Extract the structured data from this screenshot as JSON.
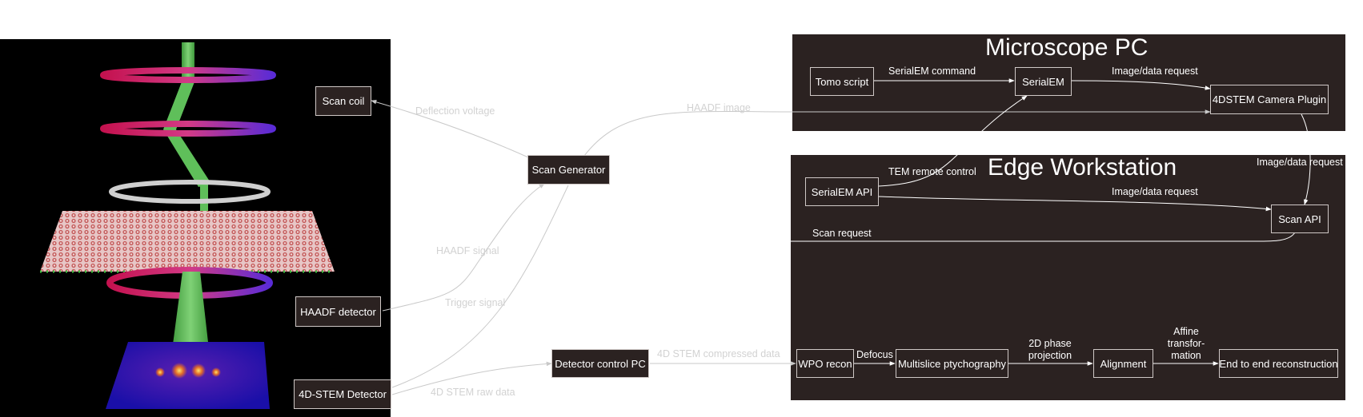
{
  "panels": {
    "microscope_title": "Microscope PC",
    "edge_title": "Edge Workstation"
  },
  "nodes": {
    "scan_coil": "Scan coil",
    "haadf_detector": "HAADF detector",
    "stem_detector": "4D-STEM Detector",
    "scan_generator": "Scan Generator",
    "detector_control_pc": "Detector control PC",
    "tomo_script": "Tomo script",
    "serialem": "SerialEM",
    "camera_plugin": "4DSTEM Camera Plugin",
    "serialem_api": "SerialEM API",
    "scan_api": "Scan API",
    "wpo_recon": "WPO recon",
    "multislice": "Multislice ptychography",
    "alignment": "Alignment",
    "end_to_end": "End to end reconstruction"
  },
  "edge_labels": {
    "deflection_voltage": "Deflection voltage",
    "haadf_image": "HAADF image",
    "haadf_signal": "HAADF signal",
    "trigger_signal": "Trigger signal",
    "compressed_data": "4D STEM compressed data",
    "raw_data": "4D STEM raw data",
    "serialem_command": "SerialEM command",
    "image_request_1": "Image/data request",
    "image_request_2": "Image/data request",
    "image_request_3": "Image/data request",
    "tem_remote": "TEM remote control",
    "scan_request": "Scan request",
    "defocus": "Defocus",
    "phase_line1": "2D phase",
    "phase_line2": "projection",
    "affine_line1": "Affine",
    "affine_line2": "transfor-",
    "affine_line3": "mation"
  },
  "colors": {
    "panel_bg": "#2b2221",
    "box_border": "#cfc8c6",
    "arrow": "#c9c9c9",
    "beam_green": "#5fbf5a",
    "coil_magenta": "#d0207a",
    "coil_violet": "#6a2bd8"
  }
}
